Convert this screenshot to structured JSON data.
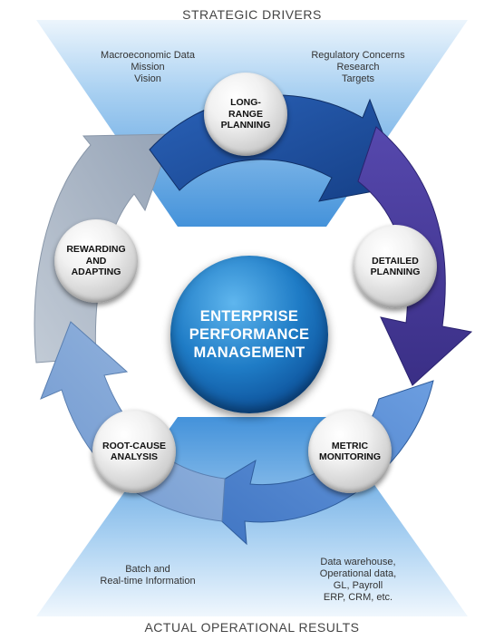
{
  "header_top": "STRATEGIC DRIVERS",
  "header_bottom": "ACTUAL OPERATIONAL RESULTS",
  "notes": {
    "top_left": [
      "Macroeconomic Data",
      "Mission",
      "Vision"
    ],
    "top_right": [
      "Regulatory Concerns",
      "Research",
      "Targets"
    ],
    "bottom_left": [
      "Batch and",
      "Real-time Information"
    ],
    "bottom_right": [
      "Data warehouse,",
      "Operational data,",
      "GL, Payroll",
      "ERP, CRM, etc."
    ]
  },
  "center": [
    "ENTERPRISE",
    "PERFORMANCE",
    "MANAGEMENT"
  ],
  "nodes": {
    "long_range_planning": [
      "LONG-",
      "RANGE",
      "PLANNING"
    ],
    "detailed_planning": [
      "DETAILED",
      "PLANNING"
    ],
    "metric_monitoring": [
      "METRIC",
      "MONITORING"
    ],
    "root_cause_analysis": [
      "ROOT-CAUSE",
      "ANALYSIS"
    ],
    "rewarding_adapting": [
      "REWARDING",
      "AND",
      "ADAPTING"
    ]
  },
  "colors": {
    "arrow_dark_blue": "#1d4fa0",
    "arrow_purple": "#4a3d9c",
    "arrow_mid_blue": "#4f86cf",
    "arrow_light_blue": "#7fa6d8",
    "arrow_gray": "#a9b6c6",
    "funnel_blue": "#3a8ed8",
    "center_blue": "#1f7cc6"
  }
}
